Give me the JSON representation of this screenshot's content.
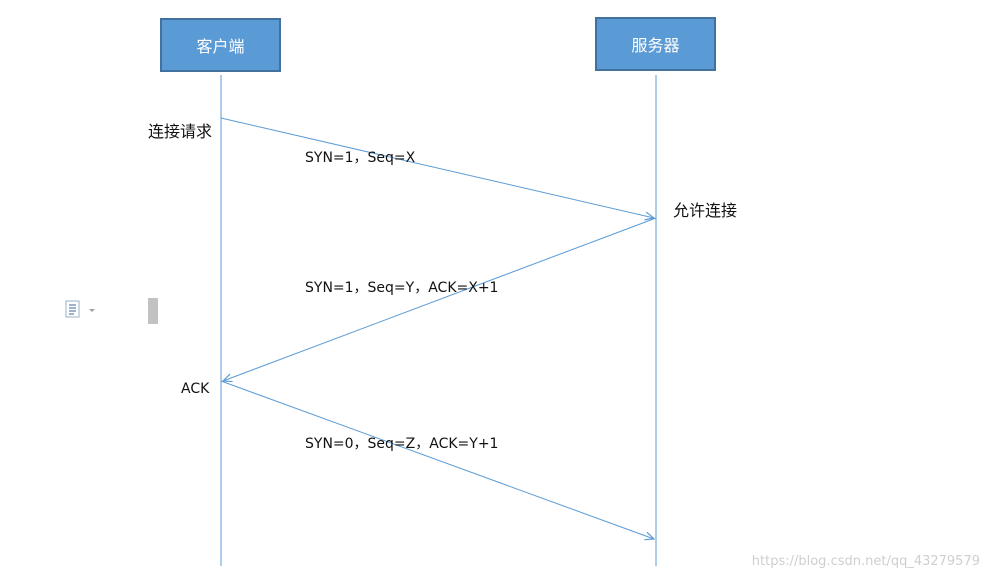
{
  "actors": {
    "client": "客户端",
    "server": "服务器"
  },
  "notes": {
    "request": "连接请求",
    "allow": "允许连接",
    "ack": "ACK"
  },
  "messages": [
    {
      "text": "SYN=1，Seq=X",
      "from": "client",
      "to": "server"
    },
    {
      "text": "SYN=1，Seq=Y，ACK=X+1",
      "from": "server",
      "to": "client"
    },
    {
      "text": "SYN=0，Seq=Z，ACK=Y+1",
      "from": "client",
      "to": "server"
    }
  ],
  "colors": {
    "box_fill": "#5b9bd5",
    "box_border": "#41719c",
    "line": "#5b9bd5"
  },
  "watermark": "https://blog.csdn.net/qq_43279579"
}
